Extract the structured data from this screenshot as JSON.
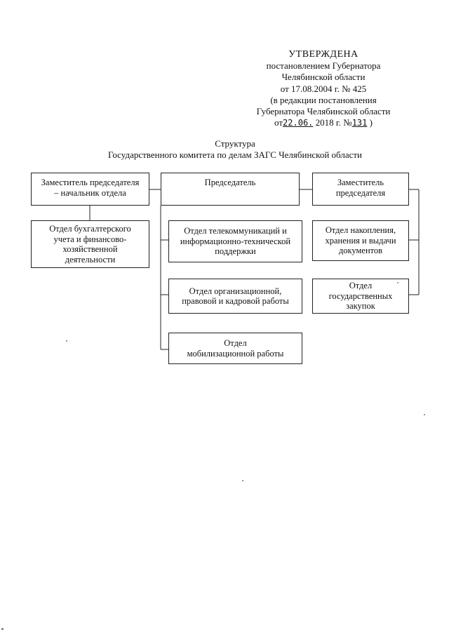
{
  "approval": {
    "title": "УТВЕРЖДЕНА",
    "line1": "постановлением Губернатора",
    "line2": "Челябинской области",
    "line3": "от 17.08.2004 г. № 425",
    "line4": "(в редакции постановления",
    "line5": "Губернатора Челябинской области",
    "date_prefix": "от",
    "date_value": "22.06.",
    "date_year": "2018 г. №",
    "number_value": "131",
    "date_suffix": ")"
  },
  "heading": {
    "line1": "Структура",
    "line2": "Государственного комитета по делам ЗАГС Челябинской области"
  },
  "boxes": {
    "deputy_head": "Заместитель председателя\n– начальник отдела",
    "chairman": "Председатель",
    "deputy": "Заместитель\nпредседателя",
    "accounting": "Отдел бухгалтерского\nучета и финансово-\nхозяйственной\nдеятельности",
    "telecom": "Отдел телекоммуникаций и\nинформационно-технической\nподдержки",
    "organizational": "Отдел организационной,\nправовой и кадровой работы",
    "mobilization": "Отдел\nмобилизационной работы",
    "archive": "Отдел накопления,\nхранения и выдачи\nдокументов",
    "procurement": "Отдел\nгосударственных\nзакупок"
  }
}
